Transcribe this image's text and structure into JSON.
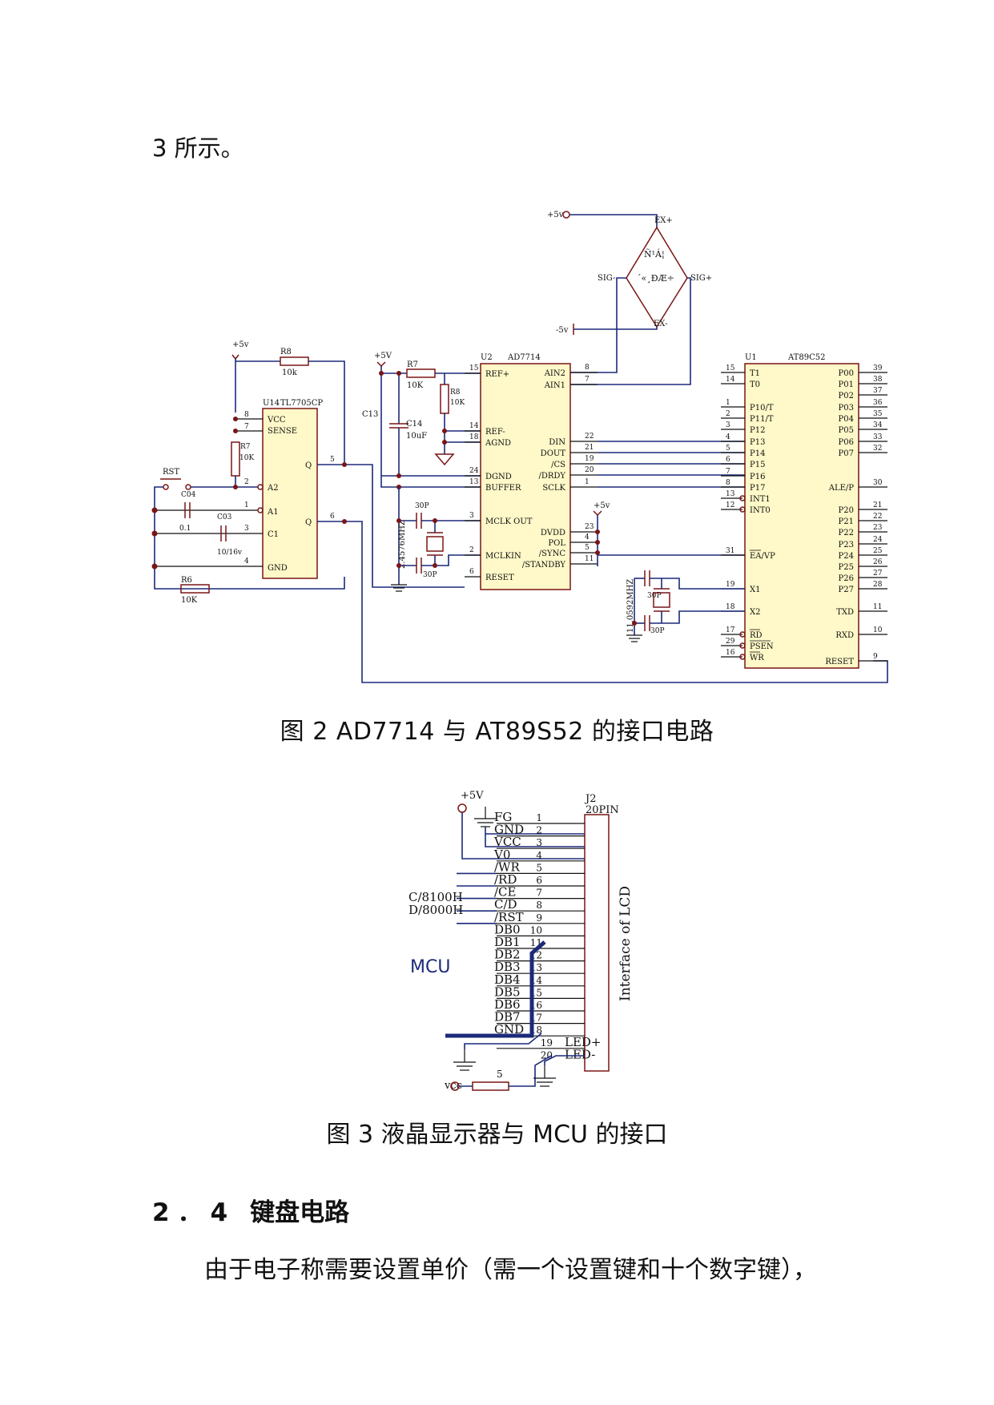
{
  "intro_text": "3 所示。",
  "figure2": {
    "caption": "图 2 AD7714 与 AT89S52 的接口电路",
    "u14": {
      "ref": "U14",
      "part": "TL7705CP",
      "pins_left": [
        "VCC",
        "SENSE",
        "A2",
        "A1",
        "C1",
        "GND"
      ],
      "nums_left": [
        "8",
        "7",
        "2",
        "1",
        "3",
        "4"
      ],
      "pins_right": [
        "Q",
        "Q"
      ],
      "nums_right": [
        "5",
        "6"
      ]
    },
    "u2": {
      "ref": "U2",
      "part": "AD7714",
      "left": [
        {
          "n": "15",
          "l": "REF+"
        },
        {
          "n": "14",
          "l": "REF-"
        },
        {
          "n": "18",
          "l": "AGND"
        },
        {
          "n": "24",
          "l": "DGND"
        },
        {
          "n": "13",
          "l": "BUFFER"
        },
        {
          "n": "3",
          "l": "MCLK OUT"
        },
        {
          "n": "2",
          "l": "MCLKIN"
        },
        {
          "n": "6",
          "l": "RESET"
        }
      ],
      "right": [
        {
          "n": "8",
          "l": "AIN2"
        },
        {
          "n": "7",
          "l": "AIN1"
        },
        {
          "n": "22",
          "l": "DIN"
        },
        {
          "n": "21",
          "l": "DOUT"
        },
        {
          "n": "19",
          "l": "/CS"
        },
        {
          "n": "20",
          "l": "/DRDY"
        },
        {
          "n": "1",
          "l": "SCLK"
        },
        {
          "n": "23",
          "l": "DVDD"
        },
        {
          "n": "4",
          "l": "POL"
        },
        {
          "n": "5",
          "l": "/SYNC"
        },
        {
          "n": "11",
          "l": "/STANDBY"
        }
      ]
    },
    "u1": {
      "ref": "U1",
      "part": "AT89C52",
      "left": [
        {
          "n": "15",
          "l": "T1"
        },
        {
          "n": "14",
          "l": "T0"
        },
        {
          "n": "1",
          "l": "P10/T"
        },
        {
          "n": "2",
          "l": "P11/T"
        },
        {
          "n": "3",
          "l": "P12"
        },
        {
          "n": "4",
          "l": "P13"
        },
        {
          "n": "5",
          "l": "P14"
        },
        {
          "n": "6",
          "l": "P15"
        },
        {
          "n": "7",
          "l": "P16"
        },
        {
          "n": "8",
          "l": "P17"
        },
        {
          "n": "13",
          "l": "INT1"
        },
        {
          "n": "12",
          "l": "INT0"
        },
        {
          "n": "31",
          "l": "EA/VP"
        },
        {
          "n": "19",
          "l": "X1"
        },
        {
          "n": "18",
          "l": "X2"
        },
        {
          "n": "17",
          "l": "RD"
        },
        {
          "n": "29",
          "l": "PSEN"
        },
        {
          "n": "16",
          "l": "WR"
        }
      ],
      "right": [
        {
          "n": "39",
          "l": "P00"
        },
        {
          "n": "38",
          "l": "P01"
        },
        {
          "n": "37",
          "l": "P02"
        },
        {
          "n": "36",
          "l": "P03"
        },
        {
          "n": "35",
          "l": "P04"
        },
        {
          "n": "34",
          "l": "P05"
        },
        {
          "n": "33",
          "l": "P06"
        },
        {
          "n": "32",
          "l": "P07"
        },
        {
          "n": "30",
          "l": "ALE/P"
        },
        {
          "n": "21",
          "l": "P20"
        },
        {
          "n": "22",
          "l": "P21"
        },
        {
          "n": "23",
          "l": "P22"
        },
        {
          "n": "24",
          "l": "P23"
        },
        {
          "n": "25",
          "l": "P24"
        },
        {
          "n": "26",
          "l": "P25"
        },
        {
          "n": "27",
          "l": "P26"
        },
        {
          "n": "28",
          "l": "P27"
        },
        {
          "n": "11",
          "l": "TXD"
        },
        {
          "n": "10",
          "l": "RXD"
        },
        {
          "n": "9",
          "l": "RESET"
        }
      ]
    },
    "labels": {
      "plus5v_top": "+5v",
      "minus5v": "-5v",
      "ex_plus": "EX+",
      "ex_minus": "EX-",
      "sig_minus": "SIG-",
      "sig_plus": "SIG+",
      "bridge_line1": "Ñ¹Á¦",
      "bridge_line2": "´«¸ÐÆ÷",
      "plus5v_u14": "+5v",
      "plus5V_u2": "+5V",
      "plus5v_dvdd": "+5v",
      "r8": "R8",
      "r8v": "10k",
      "r7": "R7",
      "r7v": "10K",
      "r6": "R6",
      "r6v": "10K",
      "r7b": "R7",
      "r7bv": "10K",
      "r8b": "R8",
      "r8bv": "10K",
      "rst": "RST",
      "c04": "C04",
      "c04v": "0.1",
      "c03": "C03",
      "c03v": "10/16v",
      "c13": "C13",
      "c14": "C14",
      "c14v": "10uF",
      "xtal1": "2.4576MHZ",
      "xtal1c1": "30P",
      "xtal1c2": "30P",
      "xtal2": "11.0592MHZ",
      "xtal2c1": "30P",
      "xtal2c2": "30P"
    }
  },
  "figure3": {
    "caption": "图 3 液晶显示器与 MCU 的接口",
    "connector_ref": "J2",
    "connector_type": "20PIN",
    "side_label": "Interface of LCD",
    "mcu_label": "MCU",
    "vcc_top": "+5V",
    "vcc_bottom": "vcc",
    "res_value": "5",
    "addr1": "C/8100H",
    "addr2": "D/8000H",
    "pins": [
      {
        "n": "1",
        "l": "FG"
      },
      {
        "n": "2",
        "l": "GND"
      },
      {
        "n": "3",
        "l": "VCC"
      },
      {
        "n": "4",
        "l": "V0"
      },
      {
        "n": "5",
        "l": "/WR"
      },
      {
        "n": "6",
        "l": "/RD"
      },
      {
        "n": "7",
        "l": "/CE"
      },
      {
        "n": "8",
        "l": "C/D"
      },
      {
        "n": "9",
        "l": "/RST"
      },
      {
        "n": "10",
        "l": "DB0"
      },
      {
        "n": "11",
        "l": "DB1"
      },
      {
        "n": "12",
        "l": "DB2"
      },
      {
        "n": "13",
        "l": "DB3"
      },
      {
        "n": "14",
        "l": "DB4"
      },
      {
        "n": "15",
        "l": "DB5"
      },
      {
        "n": "16",
        "l": "DB6"
      },
      {
        "n": "17",
        "l": "DB7"
      },
      {
        "n": "18",
        "l": "GND"
      },
      {
        "n": "19",
        "l": "LED+"
      },
      {
        "n": "20",
        "l": "LED-"
      }
    ]
  },
  "section": {
    "number": "2．4",
    "title": "键盘电路"
  },
  "paragraph": "由于电子称需要设置单价（需一个设置键和十个数字键），",
  "colors": {
    "wire": "#1c2a7a",
    "component": "#7a1515",
    "ic_fill": "#fff8c8"
  }
}
